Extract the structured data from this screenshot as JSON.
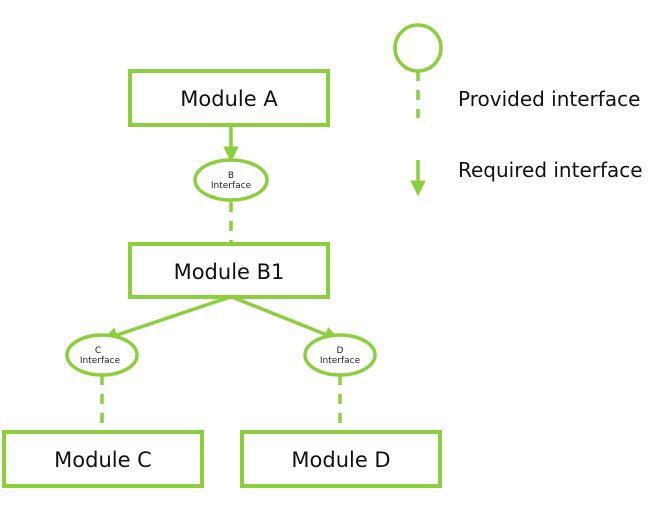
{
  "colors": {
    "line": "#8ccf3c",
    "box_fill": "#ffffff",
    "text": "#111111"
  },
  "modules": {
    "a": "Module A",
    "b1": "Module B1",
    "c": "Module C",
    "d": "Module D"
  },
  "interfaces": {
    "b": {
      "letter": "B",
      "word": "Interface"
    },
    "c": {
      "letter": "C",
      "word": "Interface"
    },
    "d": {
      "letter": "D",
      "word": "Interface"
    }
  },
  "legend": {
    "provided": "Provided interface",
    "required": "Required interface"
  }
}
